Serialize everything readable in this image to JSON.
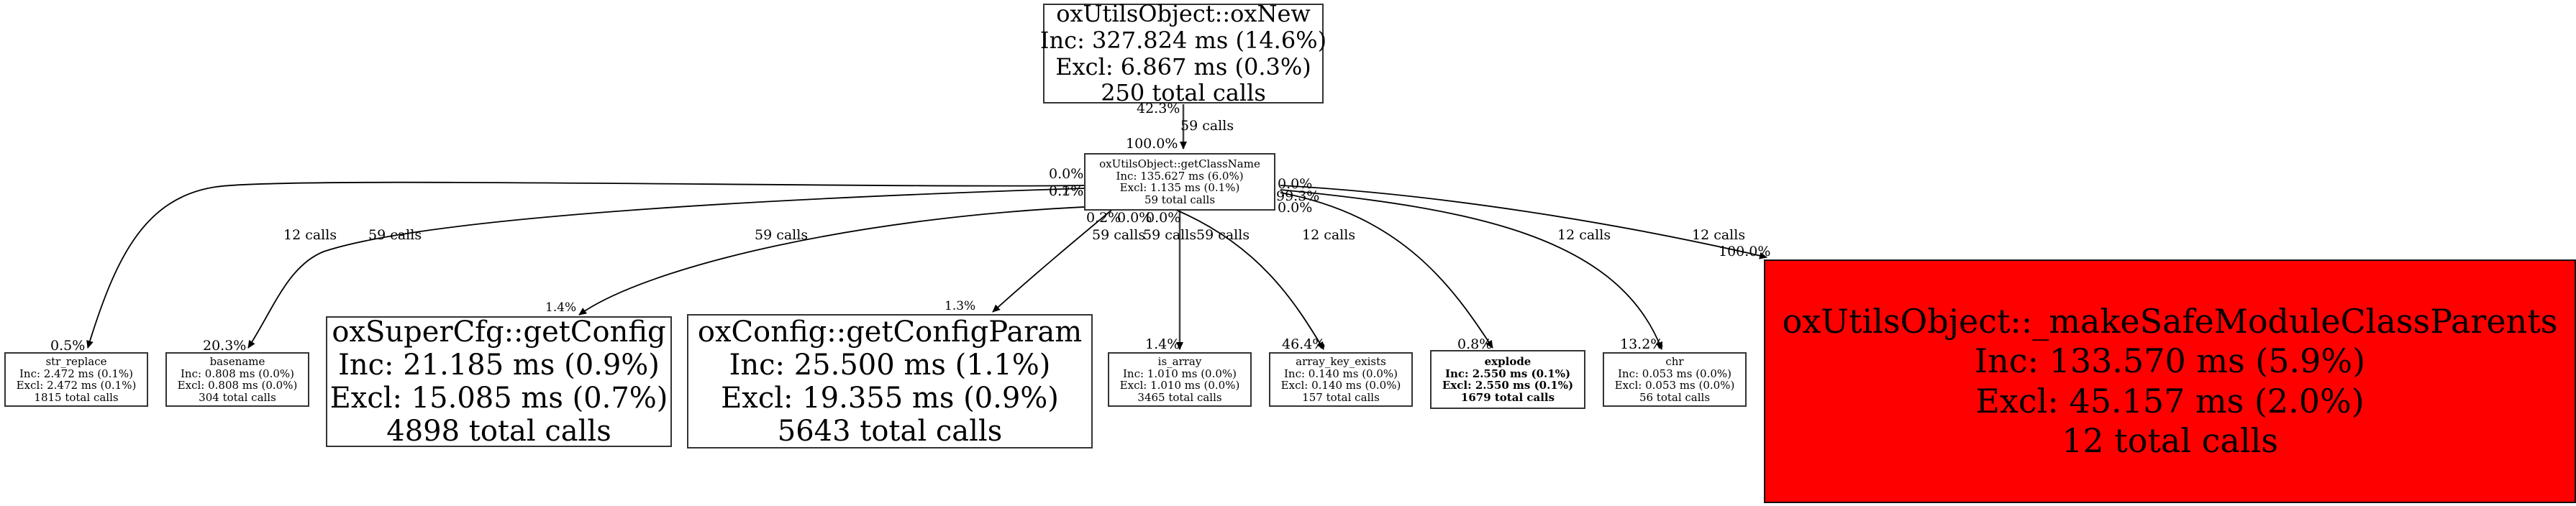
{
  "graph": {
    "type": "call-graph",
    "nodes": [
      {
        "id": "oxNew",
        "name": "oxUtilsObject::oxNew",
        "inc": "Inc: 327.824 ms (14.6%)",
        "excl": "Excl: 6.867 ms (0.3%)",
        "calls": "250 total calls"
      },
      {
        "id": "getClassName",
        "name": "oxUtilsObject::getClassName",
        "inc": "Inc: 135.627 ms (6.0%)",
        "excl": "Excl: 1.135 ms (0.1%)",
        "calls": "59 total calls"
      },
      {
        "id": "str_replace",
        "name": "str_replace",
        "inc": "Inc: 2.472 ms (0.1%)",
        "excl": "Excl: 2.472 ms (0.1%)",
        "calls": "1815 total calls"
      },
      {
        "id": "basename",
        "name": "basename",
        "inc": "Inc: 0.808 ms (0.0%)",
        "excl": "Excl: 0.808 ms (0.0%)",
        "calls": "304 total calls"
      },
      {
        "id": "getConfig",
        "name": "oxSuperCfg::getConfig",
        "inc": "Inc: 21.185 ms (0.9%)",
        "excl": "Excl: 15.085 ms (0.7%)",
        "calls": "4898 total calls"
      },
      {
        "id": "getConfigParam",
        "name": "oxConfig::getConfigParam",
        "inc": "Inc: 25.500 ms (1.1%)",
        "excl": "Excl: 19.355 ms (0.9%)",
        "calls": "5643 total calls"
      },
      {
        "id": "is_array",
        "name": "is_array",
        "inc": "Inc: 1.010 ms (0.0%)",
        "excl": "Excl: 1.010 ms (0.0%)",
        "calls": "3465 total calls"
      },
      {
        "id": "array_key_exists",
        "name": "array_key_exists",
        "inc": "Inc: 0.140 ms (0.0%)",
        "excl": "Excl: 0.140 ms (0.0%)",
        "calls": "157 total calls"
      },
      {
        "id": "explode",
        "name": "explode",
        "inc": "Inc: 2.550 ms (0.1%)",
        "excl": "Excl: 2.550 ms (0.1%)",
        "calls": "1679 total calls"
      },
      {
        "id": "chr",
        "name": "chr",
        "inc": "Inc: 0.053 ms (0.0%)",
        "excl": "Excl: 0.053 ms (0.0%)",
        "calls": "56 total calls"
      },
      {
        "id": "makeSafe",
        "name": "oxUtilsObject::_makeSafeModuleClassParents",
        "inc": "Inc: 133.570 ms (5.9%)",
        "excl": "Excl: 45.157 ms (2.0%)",
        "calls": "12 total calls",
        "highlight_color": "#ff0000"
      }
    ],
    "edges": [
      {
        "from": "oxNew",
        "to": "getClassName",
        "calls": "59 calls",
        "tail_pct": "42.3%",
        "head_pct": "100.0%"
      },
      {
        "from": "getClassName",
        "to": "str_replace",
        "calls": "12 calls",
        "tail_pct": "0.0%",
        "head_pct": "0.5%"
      },
      {
        "from": "getClassName",
        "to": "basename",
        "calls": "59 calls",
        "tail_pct": "0.1%",
        "head_pct": "20.3%"
      },
      {
        "from": "getClassName",
        "to": "getConfig",
        "calls": "59 calls",
        "tail_pct": "0.2%",
        "head_pct": "1.4%"
      },
      {
        "from": "getClassName",
        "to": "getConfigParam",
        "calls": "59 calls",
        "tail_pct": "0.2%",
        "head_pct": "1.3%"
      },
      {
        "from": "getClassName",
        "to": "is_array",
        "calls": "59 calls",
        "tail_pct": "0.0%",
        "head_pct": "1.4%"
      },
      {
        "from": "getClassName",
        "to": "array_key_exists",
        "calls": "59 calls",
        "tail_pct": "0.0%",
        "head_pct": "46.4%"
      },
      {
        "from": "getClassName",
        "to": "explode",
        "calls": "12 calls",
        "tail_pct": "0.0%",
        "head_pct": "0.8%"
      },
      {
        "from": "getClassName",
        "to": "chr",
        "calls": "12 calls",
        "tail_pct": "0.0%",
        "head_pct": "13.2%"
      },
      {
        "from": "getClassName",
        "to": "makeSafe",
        "calls": "12 calls",
        "tail_pct": "99.3%",
        "head_pct": "100.0%"
      }
    ]
  }
}
